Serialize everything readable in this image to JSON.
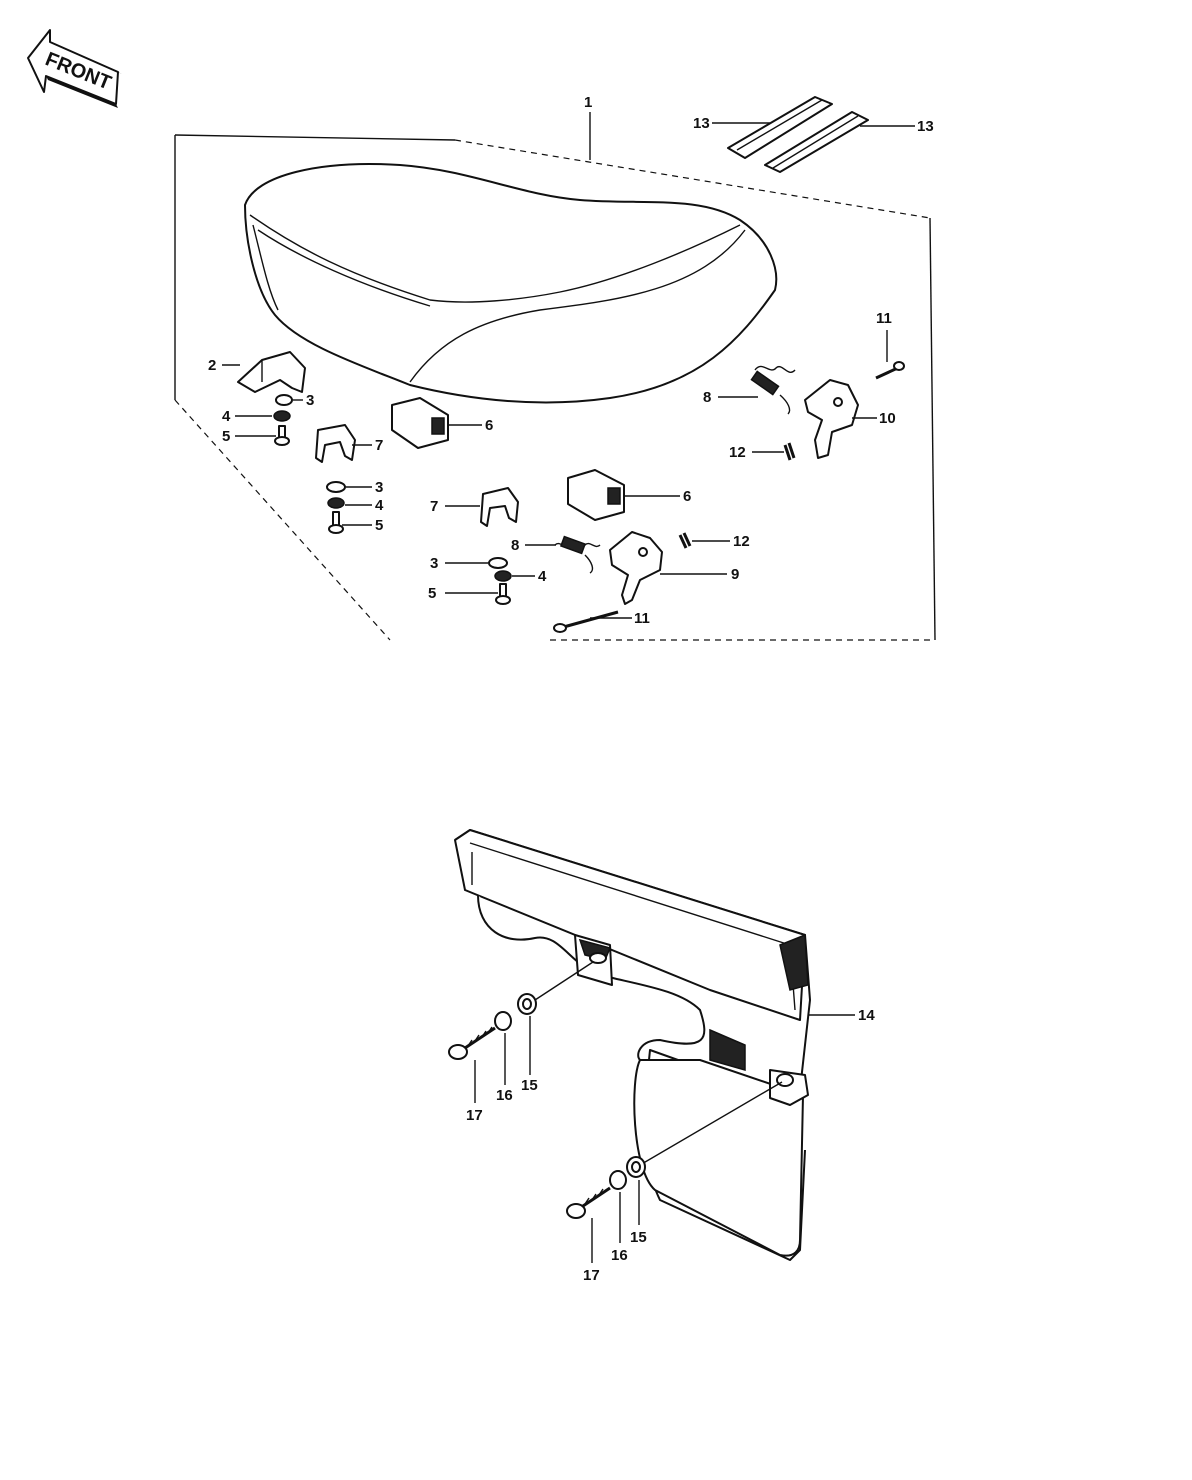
{
  "front_badge": {
    "text": "FRONT"
  },
  "callouts": {
    "seat": "1",
    "bracket_upper": "2",
    "washer_a": "3",
    "washer_b": "3",
    "washer_c": "3",
    "lockwasher_a": "4",
    "lockwasher_b": "4",
    "lockwasher_c": "4",
    "bolt_a": "5",
    "bolt_b": "5",
    "bolt_c": "5",
    "hinge_a": "6",
    "hinge_b": "6",
    "bracket_a": "7",
    "bracket_b": "7",
    "spring_a": "8",
    "spring_b": "8",
    "hook_left": "9",
    "hook_right": "10",
    "pin_a": "11",
    "pin_b": "11",
    "cotter_a": "12",
    "cotter_b": "12",
    "strap_a": "13",
    "strap_b": "13",
    "side_cover": "14",
    "washer15_a": "15",
    "washer15_b": "15",
    "washer16_a": "16",
    "washer16_b": "16",
    "screw17_a": "17",
    "screw17_b": "17"
  }
}
